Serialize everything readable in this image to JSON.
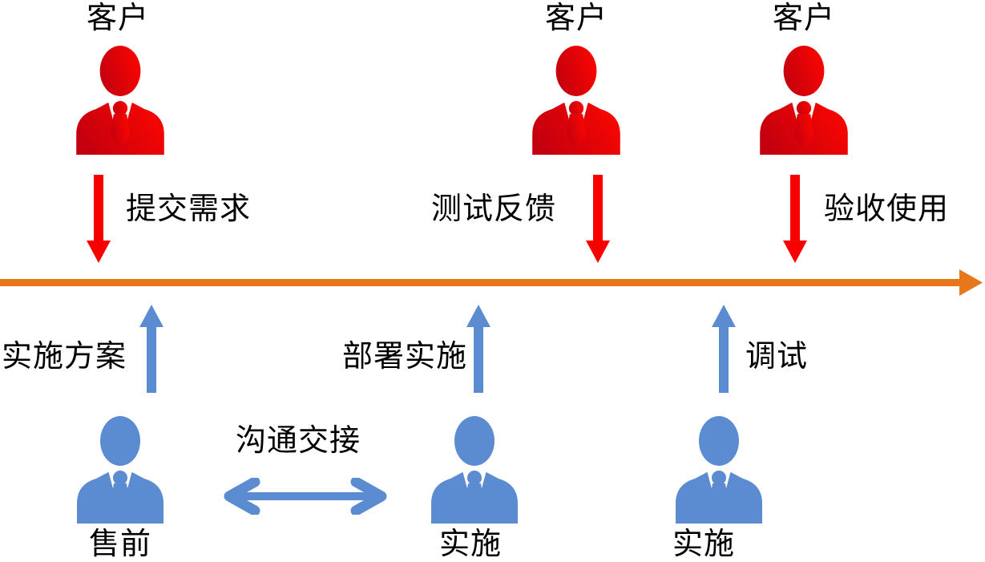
{
  "diagram": {
    "title_implicit": "",
    "colors": {
      "customer_red_start": "#C3000F",
      "customer_red_end": "#FB0600",
      "arrow_red": "#F80000",
      "staff_blue": "#5B8BD0",
      "timeline_orange": "#E8761B",
      "text": "#000000",
      "background": "#FFFFFF"
    },
    "customers": [
      {
        "role": "客户",
        "action": "提交需求",
        "action_side": "right"
      },
      {
        "role": "客户",
        "action": "测试反馈",
        "action_side": "left"
      },
      {
        "role": "客户",
        "action": "验收使用",
        "action_side": "right"
      }
    ],
    "staff": [
      {
        "role": "售前",
        "action": "实施方案",
        "action_side": "left"
      },
      {
        "role": "实施",
        "action": "部署实施",
        "action_side": "left"
      },
      {
        "role": "实施",
        "action": "调试",
        "action_side": "right"
      }
    ],
    "handover": {
      "label": "沟通交接"
    },
    "icons": {
      "customer": "person-icon",
      "staff": "person-icon",
      "customer_flow": "down-arrow-icon",
      "staff_flow": "up-arrow-icon",
      "handover_flow": "double-arrow-icon",
      "timeline": "timeline-arrow-icon"
    }
  }
}
